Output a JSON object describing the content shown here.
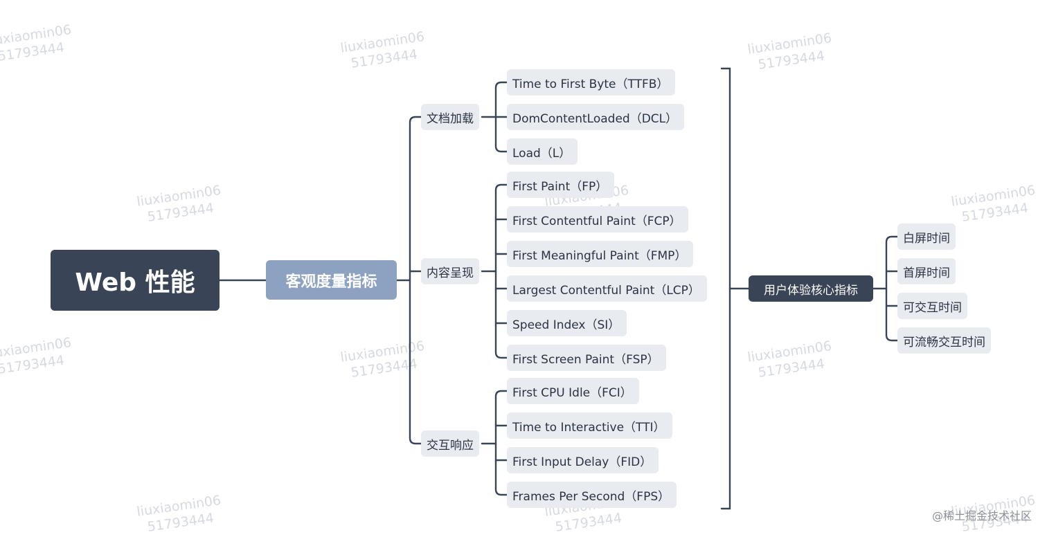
{
  "root": "Web 性能",
  "level1": "客观度量指标",
  "categories": [
    {
      "label": "文档加载",
      "items": [
        "Time to First Byte（TTFB）",
        "DomContentLoaded（DCL）",
        "Load（L）"
      ]
    },
    {
      "label": "内容呈现",
      "items": [
        "First Paint（FP）",
        "First Contentful Paint（FCP）",
        "First Meaningful Paint（FMP）",
        "Largest Contentful Paint（LCP）",
        "Speed Index（SI）",
        "First Screen Paint（FSP）"
      ]
    },
    {
      "label": "交互响应",
      "items": [
        "First CPU Idle（FCI）",
        "Time to Interactive（TTI）",
        "First Input Delay（FID）",
        "Frames Per Second（FPS）"
      ]
    }
  ],
  "core_metrics": {
    "label": "用户体验核心指标",
    "items": [
      "白屏时间",
      "首屏时间",
      "可交互时间",
      "可流畅交互时间"
    ]
  },
  "watermark": {
    "line1": "liuxiaomin06",
    "line2": "51793444"
  },
  "credit": "@稀土掘金技术社区",
  "colors": {
    "root_bg": "#3a4457",
    "level1_bg": "#8da2c0",
    "node_bg": "#e8ebf0",
    "line": "#3a4457"
  }
}
